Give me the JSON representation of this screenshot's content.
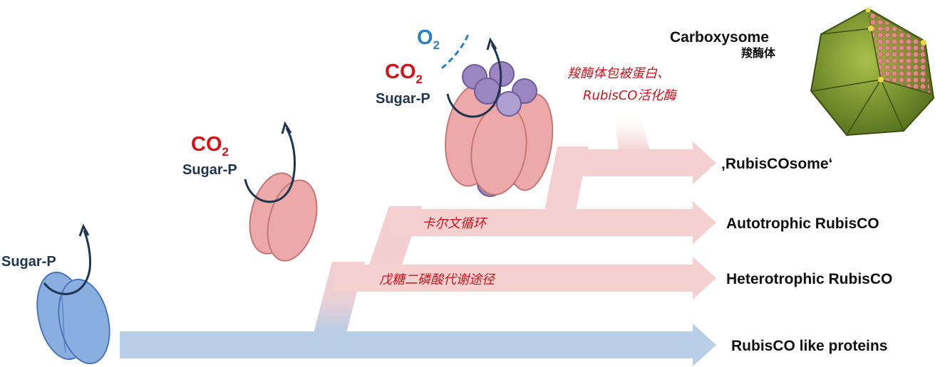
{
  "molecules": {
    "sugar_p": "Sugar-P",
    "co2_main": "CO",
    "co2_sub": "2",
    "o2_main": "O",
    "o2_sub": "2"
  },
  "branches": [
    {
      "label": "RubisCO like proteins"
    },
    {
      "label": "Heterotrophic RubisCO"
    },
    {
      "label": "Autotrophic RubisCO"
    },
    {
      "label": "‚RubisCOsome‘"
    }
  ],
  "annotations": {
    "pentose_pathway": "戊糖二磷酸代谢途径",
    "calvin_cycle": "卡尔文循环",
    "carboxysome_proteins_line1": "羧酶体包被蛋白、",
    "carboxysome_proteins_line2": "RubisCO活化酶"
  },
  "carboxysome": {
    "label": "Carboxysome",
    "label_cn": "羧酶体"
  },
  "colors": {
    "blue_arrow": "#b8cde6",
    "pink_arrow": "#f4d0d0",
    "blue_protein": "#8aaee0",
    "pink_protein": "#eda9a9",
    "purple_subunit": "#9b86c2",
    "co2_red": "#d0141c",
    "o2_blue": "#2e7fc2",
    "sugar_navy": "#1f3550",
    "carboxysome_green": "#7a9a2e"
  }
}
